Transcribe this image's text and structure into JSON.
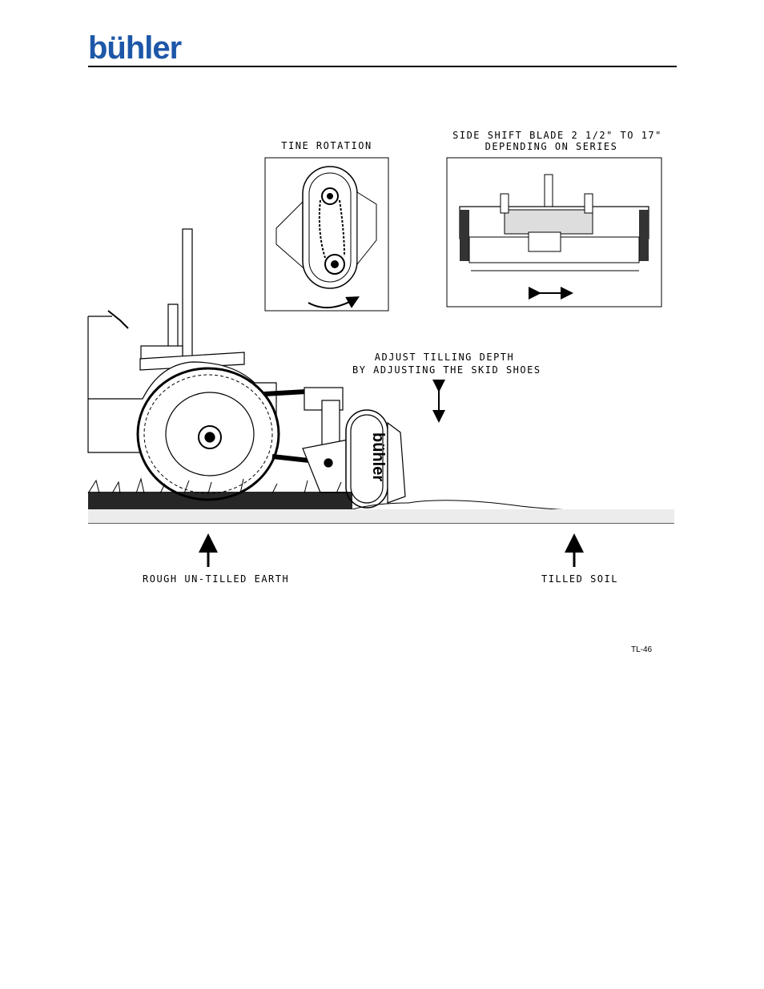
{
  "header": {
    "logo_text": "bühler",
    "brand_color": "#1d57a8"
  },
  "figure": {
    "tine_rotation_label": "TINE ROTATION",
    "side_shift_label_line1": "SIDE SHIFT BLADE 2 1/2\" TO 17\"",
    "side_shift_label_line2": "DEPENDING ON SERIES",
    "adjust_depth_line1": "ADJUST TILLING DEPTH",
    "adjust_depth_line2": "BY ADJUSTING THE SKID SHOES",
    "rough_earth_label": "ROUGH UN-TILLED EARTH",
    "tilled_soil_label": "TILLED SOIL",
    "tiller_brand_text": "bühler",
    "figure_code": "TL-46"
  }
}
